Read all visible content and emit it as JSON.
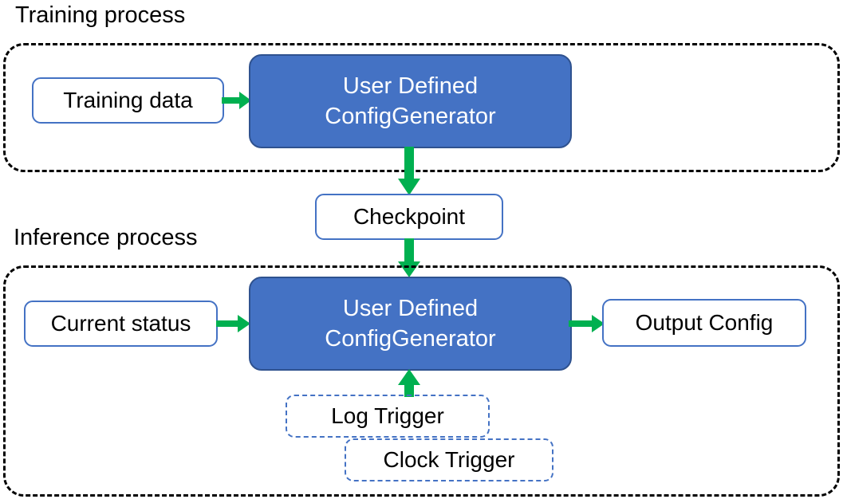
{
  "diagram": {
    "title_training": "Training process",
    "title_inference": "Inference process",
    "colors": {
      "node_blue_fill": "#4472C4",
      "node_blue_border": "#2F528F",
      "node_plain_border": "#4472C4",
      "node_dashed_border": "#4472C4",
      "arrow_green": "#00B050",
      "container_border": "#000000",
      "text_dark": "#000000",
      "text_light": "#FFFFFF",
      "background": "#FFFFFF"
    },
    "training": {
      "input_node": "Training data",
      "process_node_line1": "User Defined",
      "process_node_line2": "ConfigGenerator"
    },
    "checkpoint": {
      "label": "Checkpoint"
    },
    "inference": {
      "input_node": "Current status",
      "process_node_line1": "User Defined",
      "process_node_line2": "ConfigGenerator",
      "output_node": "Output Config",
      "trigger_log": "Log Trigger",
      "trigger_clock": "Clock Trigger"
    },
    "edges": [
      {
        "name": "training-data-to-generator",
        "from": "Training data",
        "to": "User Defined ConfigGenerator",
        "direction": "right"
      },
      {
        "name": "generator-to-checkpoint",
        "from": "User Defined ConfigGenerator",
        "to": "Checkpoint",
        "direction": "down"
      },
      {
        "name": "checkpoint-to-generator",
        "from": "Checkpoint",
        "to": "User Defined ConfigGenerator",
        "direction": "down"
      },
      {
        "name": "current-status-to-generator",
        "from": "Current status",
        "to": "User Defined ConfigGenerator",
        "direction": "right"
      },
      {
        "name": "generator-to-output-config",
        "from": "User Defined ConfigGenerator",
        "to": "Output Config",
        "direction": "right"
      },
      {
        "name": "triggers-to-generator",
        "from": "Log Trigger / Clock Trigger",
        "to": "User Defined ConfigGenerator",
        "direction": "up"
      }
    ]
  }
}
